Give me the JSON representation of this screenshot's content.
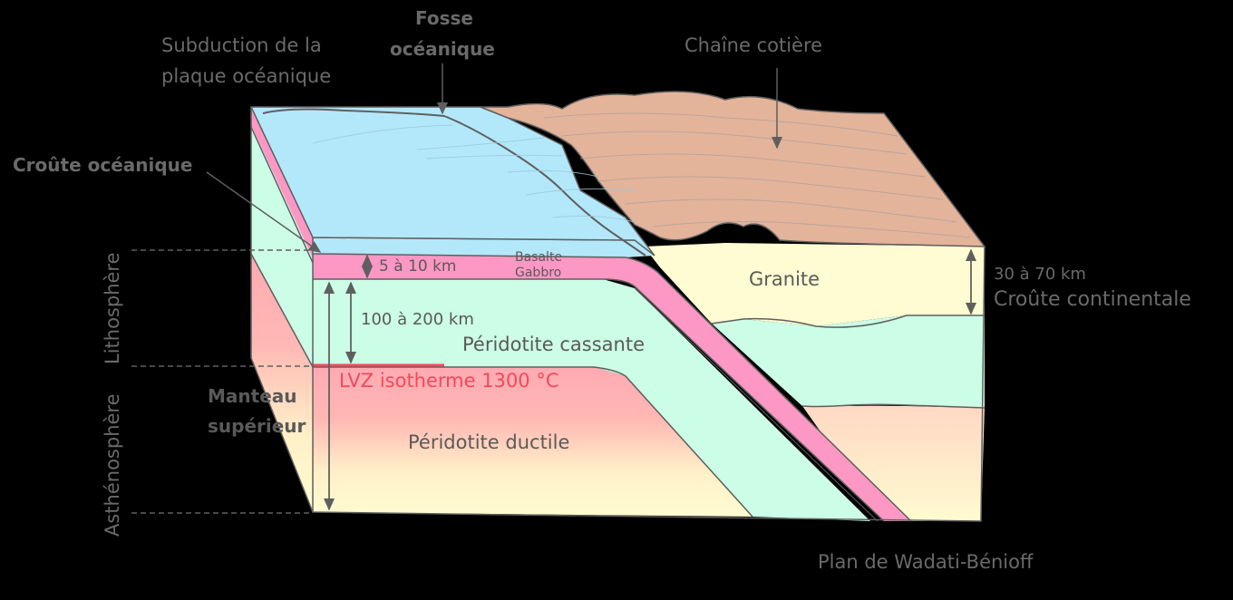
{
  "title": "Subduction de la plaque océanique",
  "labels": {
    "subduction_line1": "Subduction de la",
    "subduction_line2": "plaque océanique",
    "fosse_line1": "Fosse",
    "fosse_line2": "océanique",
    "chaine": "Chaîne cotière",
    "croute_oceanique": "Croûte océanique",
    "lithosphere": "Lithosphère",
    "asthenosphere": "Asthénosphère",
    "thickness_oceanic": "5 à 10 km",
    "basalte": "Basalte",
    "gabbro": "Gabbro",
    "thickness_litho": "100 à 200 km",
    "peridotite_cassante": "Péridotite cassante",
    "lvz": "LVZ isotherme 1300 °C",
    "manteau_line1": "Manteau",
    "manteau_line2": "supérieur",
    "peridotite_ductile": "Péridotite ductile",
    "granite": "Granite",
    "thickness_continental": "30 à 70 km",
    "croute_continentale": "Croûte continentale",
    "wadati": "Plan de Wadati-Bénioff"
  },
  "colors": {
    "ocean": "#b3e8fb",
    "oceanic_crust": "#fd97c3",
    "lithospheric_mantle": "#ccfde6",
    "asthenosphere_top": "#ffaab2",
    "asthenosphere_bottom": "#fffbd0",
    "continent_top": "#e3b39a",
    "granite": "#fffbd2",
    "lvz_line": "#f2495c",
    "outline": "#5f5f5f",
    "text": "#5a5a5a"
  }
}
